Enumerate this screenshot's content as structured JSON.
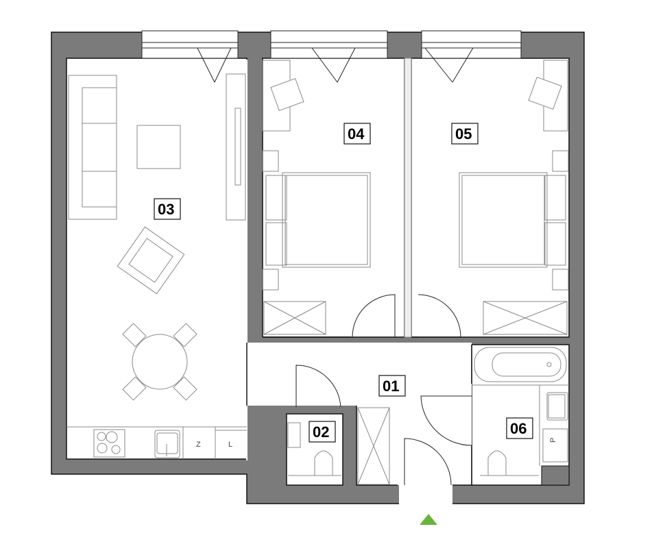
{
  "plan": {
    "rooms": [
      {
        "id": "01",
        "label": "01"
      },
      {
        "id": "02",
        "label": "02"
      },
      {
        "id": "03",
        "label": "03"
      },
      {
        "id": "04",
        "label": "04"
      },
      {
        "id": "05",
        "label": "05"
      },
      {
        "id": "06",
        "label": "06"
      }
    ],
    "kitchen": {
      "fridge_label": "Z",
      "cabinet_label": "L"
    },
    "bathroom": {
      "washer_label": "P"
    },
    "entrance_color": "#6ab43e",
    "wall_color": "#7b7b7b"
  }
}
